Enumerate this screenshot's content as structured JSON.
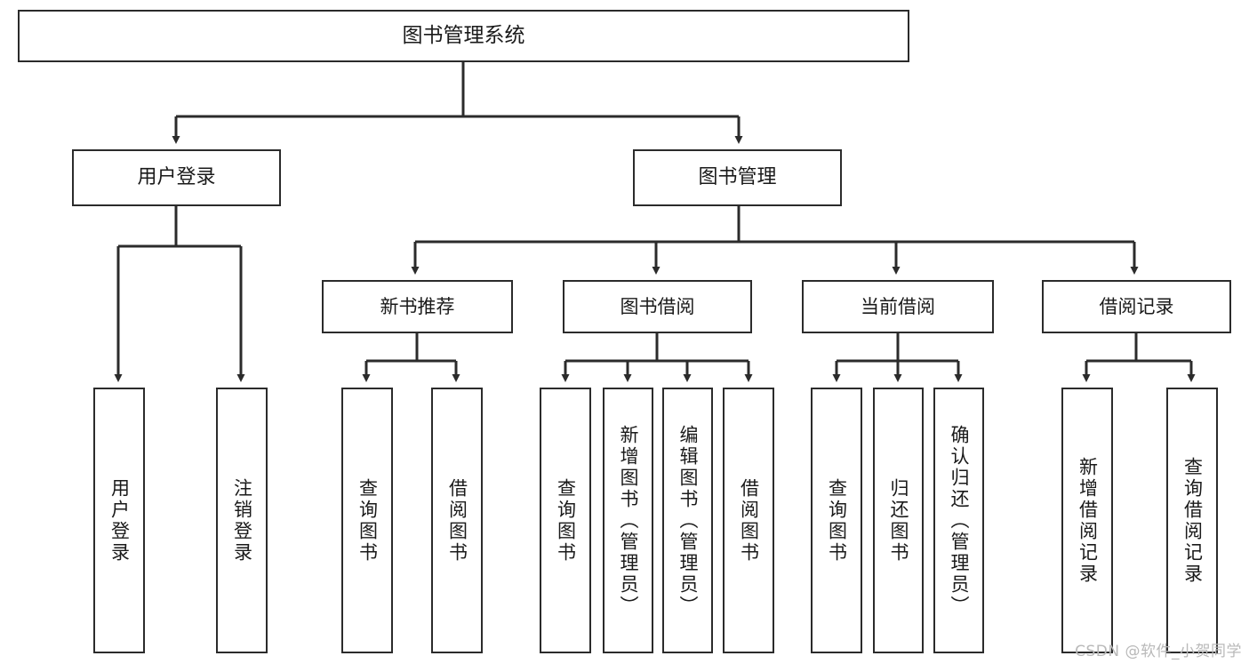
{
  "diagram": {
    "title": "图书管理系统",
    "type": "functional-structure-tree",
    "stroke_color": "#2b2b2b",
    "fill_color": "#ffffff",
    "text_color": "#1a1a1a"
  },
  "nodes": {
    "root": {
      "label": "图书管理系统",
      "level": 1
    },
    "user_login": {
      "label": "用户登录",
      "level": 2
    },
    "book_manage": {
      "label": "图书管理",
      "level": 2
    },
    "new_book_rec": {
      "label": "新书推荐",
      "level": 3
    },
    "book_borrow": {
      "label": "图书借阅",
      "level": 3
    },
    "current_borrow": {
      "label": "当前借阅",
      "level": 3
    },
    "borrow_record": {
      "label": "借阅记录",
      "level": 3
    },
    "leaf_user_login": {
      "label": "用户登录",
      "level": 4
    },
    "leaf_logout": {
      "label": "注销登录",
      "level": 4
    },
    "leaf_query_book_a": {
      "label": "查询图书",
      "level": 4
    },
    "leaf_borrow_book_a": {
      "label": "借阅图书",
      "level": 4
    },
    "leaf_query_book_b": {
      "label": "查询图书",
      "level": 4
    },
    "leaf_add_book": {
      "label": "新增图书（管理员）",
      "level": 4
    },
    "leaf_edit_book": {
      "label": "编辑图书（管理员）",
      "level": 4
    },
    "leaf_borrow_book_b": {
      "label": "借阅图书",
      "level": 4
    },
    "leaf_query_book_c": {
      "label": "查询图书",
      "level": 4
    },
    "leaf_return_book": {
      "label": "归还图书",
      "level": 4
    },
    "leaf_confirm_return": {
      "label": "确认归还（管理员）",
      "level": 4
    },
    "leaf_add_record": {
      "label": "新增借阅记录",
      "level": 4
    },
    "leaf_query_record": {
      "label": "查询借阅记录",
      "level": 4
    }
  },
  "watermark": {
    "text": "CSDN @软件_小贺同学"
  }
}
